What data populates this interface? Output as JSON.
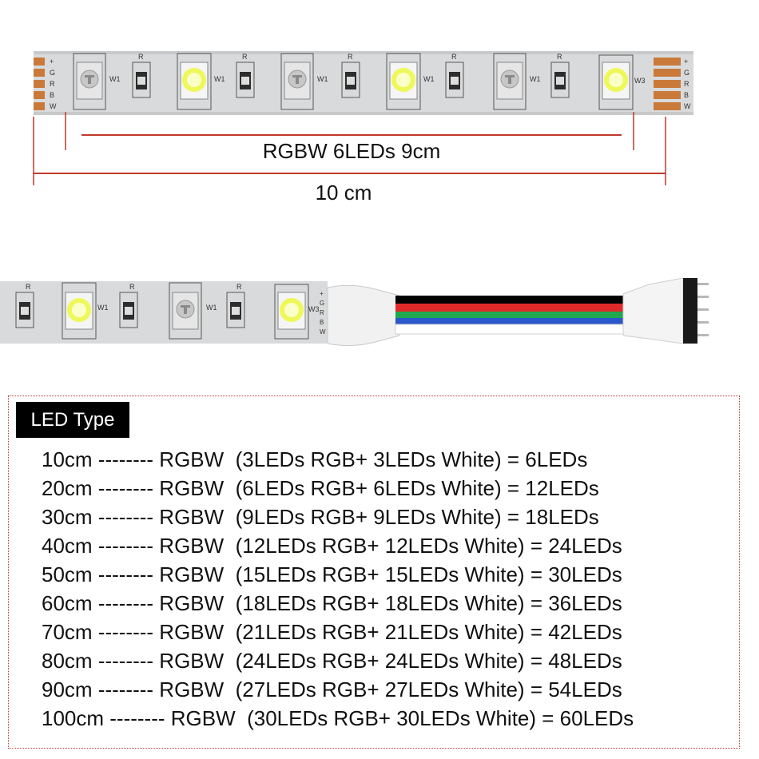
{
  "strip_top": {
    "pad_labels_left": [
      "+",
      "G",
      "R",
      "B",
      "W"
    ],
    "pad_labels_right": [
      "+",
      "G",
      "R",
      "B",
      "W"
    ],
    "resistor_label": "R",
    "white_label": "W1",
    "last_white_label": "W3",
    "measure_inner": "RGBW 6LEDs  9cm",
    "measure_outer": "10 cm",
    "colors": {
      "strip": "#d9dadb",
      "led_white": "#eef85a",
      "pad": "#c97a3a",
      "measure_line": "#c0392b"
    }
  },
  "strip_connector": {
    "resistor_label": "R",
    "white_label": "W1",
    "last_white_label": "W3",
    "pad_labels": [
      "+",
      "G",
      "R",
      "B",
      "W"
    ],
    "wire_colors": [
      "#000000",
      "#e02a2a",
      "#1fa84f",
      "#2a57c9",
      "#ffffff"
    ]
  },
  "led_type": {
    "header": "LED Type",
    "rows": [
      "10cm -------- RGBW  (3LEDs RGB+ 3LEDs White) = 6LEDs",
      "20cm -------- RGBW  (6LEDs RGB+ 6LEDs White) = 12LEDs",
      "30cm -------- RGBW  (9LEDs RGB+ 9LEDs White) = 18LEDs",
      "40cm -------- RGBW  (12LEDs RGB+ 12LEDs White) = 24LEDs",
      "50cm -------- RGBW  (15LEDs RGB+ 15LEDs White) = 30LEDs",
      "60cm -------- RGBW  (18LEDs RGB+ 18LEDs White) = 36LEDs",
      "70cm -------- RGBW  (21LEDs RGB+ 21LEDs White) = 42LEDs",
      "80cm -------- RGBW  (24LEDs RGB+ 24LEDs White) = 48LEDs",
      "90cm -------- RGBW  (27LEDs RGB+ 27LEDs White) = 54LEDs",
      "100cm -------- RGBW  (30LEDs RGB+ 30LEDs White) = 60LEDs"
    ]
  }
}
